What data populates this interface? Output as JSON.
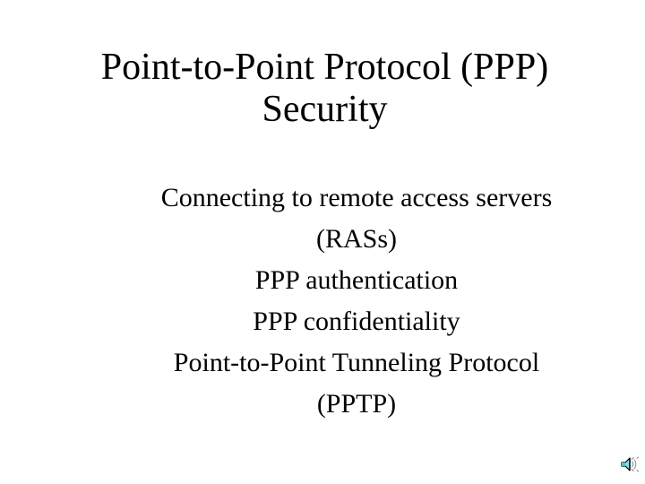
{
  "slide": {
    "background_color": "#ffffff",
    "text_color": "#000000",
    "title": {
      "lines": [
        "Point-to-Point Protocol (PPP)",
        "Security"
      ],
      "full_text": "Point-to-Point Protocol (PPP) Security"
    },
    "body": {
      "lines": [
        "Connecting to remote access servers",
        "(RASs)",
        "PPP authentication",
        "PPP confidentiality",
        "Point-to-Point Tunneling Protocol",
        "(PPTP)"
      ],
      "items": [
        "Connecting to remote access servers (RASs)",
        "PPP authentication",
        "PPP confidentiality",
        "Point-to-Point Tunneling Protocol (PPTP)"
      ]
    },
    "media": {
      "sound_icon": {
        "name": "speaker-sound-icon",
        "label": "Sound",
        "cone_color": "#7FE3E8",
        "cone_shade_color": "#40C8D4",
        "outline_color": "#000000",
        "wave_color": "#9A9A9A"
      }
    }
  }
}
